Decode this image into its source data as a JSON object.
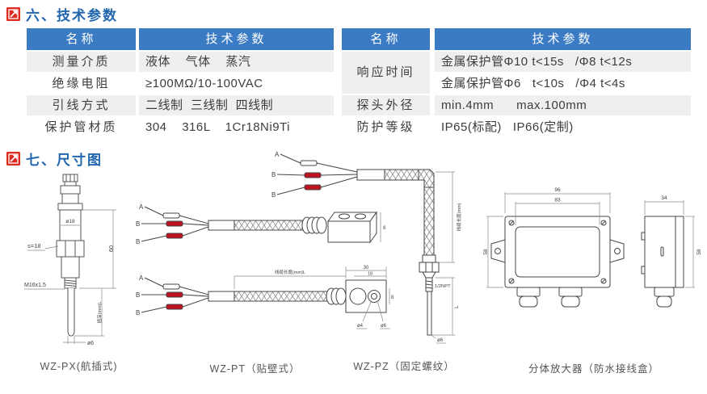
{
  "sections": {
    "params": {
      "title": "六、技术参数"
    },
    "dims": {
      "title": "七、尺寸图"
    }
  },
  "colors": {
    "header_blue": "#3b7bc4",
    "title_blue": "#2166ae",
    "icon_red": "#e02b20",
    "wire_red": "#c1121f",
    "row_gray": "#efefef"
  },
  "tables": {
    "left": {
      "col_name": "名称",
      "col_value": "技术参数",
      "rows": [
        {
          "name": "测量介质",
          "value": "液体    气体    蒸汽"
        },
        {
          "name": "绝缘电阻",
          "value": "≥100MΩ/10-100VAC"
        },
        {
          "name": "引线方式",
          "value": "二线制  三线制  四线制"
        },
        {
          "name": "保护管材质",
          "value": "304    316L    1Cr18Ni9Ti"
        }
      ]
    },
    "right": {
      "col_name": "名称",
      "col_value": "技术参数",
      "merged_name": "响应时间",
      "merged_values": [
        "金属保护管Φ10 t<15s   /Φ8 t<12s",
        "金属保护管Φ6   t<10s   /Φ4 t<4s"
      ],
      "rows": [
        {
          "name": "探头外径",
          "value": "min.4mm      max.100mm"
        },
        {
          "name": "防护等级",
          "value": "IP65(标配)   IP66(定制)"
        }
      ]
    }
  },
  "diagrams": {
    "wzpx": {
      "caption": "WZ-PX(航插式)",
      "dia18": "ø18",
      "s18": "s=18",
      "m16": "M16x1.5",
      "h60": "60",
      "depth": "插深(mm)L",
      "dia6": "ø6"
    },
    "wzpt": {
      "caption": "WZ-PT（贴壁式）",
      "wire_a": "A",
      "wire_b": "B",
      "cable_len": "线缆长度(mm)L",
      "w30": "30",
      "w18": "18",
      "dia4": "ø4",
      "dia6": "ø6",
      "h8": "8"
    },
    "wzpz": {
      "caption": "WZ-PZ（固定螺纹）",
      "wire_a": "A",
      "wire_b": "B",
      "npt": "1/2NPT",
      "dia6": "ø6",
      "len": "L",
      "cable_len": "线缆长度(mm)"
    },
    "amp": {
      "caption": "分体放大器（防水接线盒）",
      "w96": "96",
      "w83": "83",
      "h58": "58",
      "d34": "34",
      "h58_side": "58"
    }
  }
}
